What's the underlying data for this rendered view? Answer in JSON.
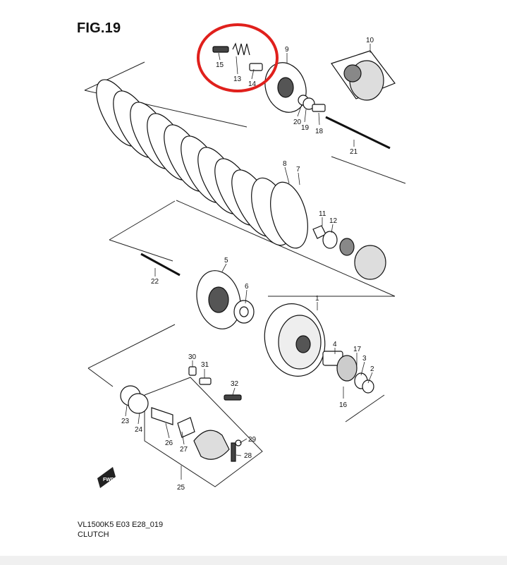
{
  "figure": {
    "title": "FIG.19",
    "model_code": "VL1500K5 E03 E28_019",
    "section_name": "CLUTCH",
    "fwd_label": "FWD",
    "highlight_color": "#e0201c"
  },
  "callouts": [
    {
      "id": "c1",
      "label": "1"
    },
    {
      "id": "c2",
      "label": "2"
    },
    {
      "id": "c3",
      "label": "3"
    },
    {
      "id": "c4",
      "label": "4"
    },
    {
      "id": "c5",
      "label": "5"
    },
    {
      "id": "c6",
      "label": "6"
    },
    {
      "id": "c7",
      "label": "7"
    },
    {
      "id": "c8",
      "label": "8"
    },
    {
      "id": "c9",
      "label": "9"
    },
    {
      "id": "c10",
      "label": "10"
    },
    {
      "id": "c11",
      "label": "11"
    },
    {
      "id": "c12",
      "label": "12"
    },
    {
      "id": "c13",
      "label": "13"
    },
    {
      "id": "c14",
      "label": "14"
    },
    {
      "id": "c15",
      "label": "15"
    },
    {
      "id": "c16",
      "label": "16"
    },
    {
      "id": "c17",
      "label": "17"
    },
    {
      "id": "c18",
      "label": "18"
    },
    {
      "id": "c19",
      "label": "19"
    },
    {
      "id": "c20",
      "label": "20"
    },
    {
      "id": "c21",
      "label": "21"
    },
    {
      "id": "c22",
      "label": "22"
    },
    {
      "id": "c23",
      "label": "23"
    },
    {
      "id": "c24",
      "label": "24"
    },
    {
      "id": "c25",
      "label": "25"
    },
    {
      "id": "c26",
      "label": "26"
    },
    {
      "id": "c27",
      "label": "27"
    },
    {
      "id": "c28",
      "label": "28"
    },
    {
      "id": "c29",
      "label": "29"
    },
    {
      "id": "c30",
      "label": "30"
    },
    {
      "id": "c31",
      "label": "31"
    },
    {
      "id": "c32",
      "label": "32"
    }
  ]
}
